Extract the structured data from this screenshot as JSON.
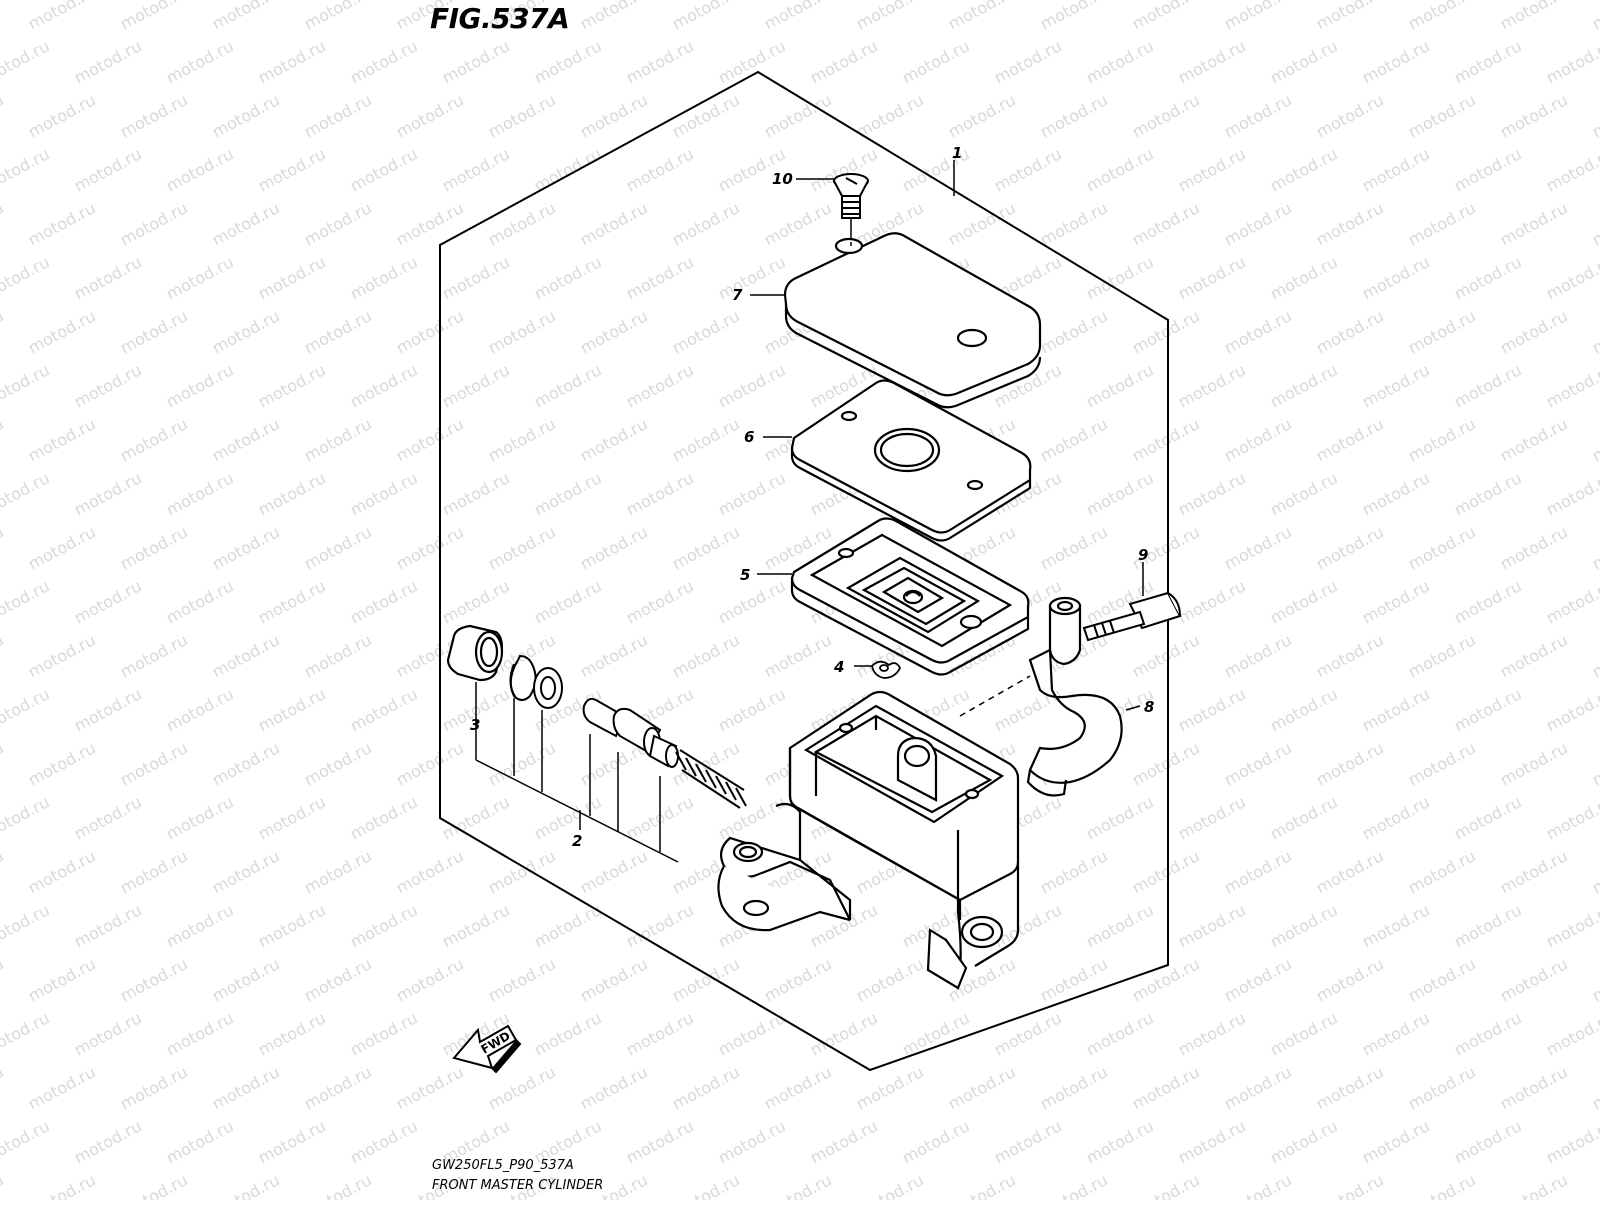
{
  "figure": {
    "title": "FIG.537A",
    "code": "GW250FL5_P90_537A",
    "name": "FRONT MASTER CYLINDER"
  },
  "callouts": [
    {
      "id": "1",
      "part": "master-cylinder-assembly"
    },
    {
      "id": "2",
      "part": "piston-cup-set"
    },
    {
      "id": "3",
      "part": "boot"
    },
    {
      "id": "4",
      "part": "plate"
    },
    {
      "id": "5",
      "part": "diaphragm-plate"
    },
    {
      "id": "6",
      "part": "diaphragm"
    },
    {
      "id": "7",
      "part": "reservoir-cap"
    },
    {
      "id": "8",
      "part": "holder"
    },
    {
      "id": "9",
      "part": "bolt"
    },
    {
      "id": "10",
      "part": "screw"
    }
  ],
  "direction_arrow": {
    "label": "FWD"
  },
  "watermark": {
    "text": "motod.ru",
    "color": "#d9d9d9"
  }
}
